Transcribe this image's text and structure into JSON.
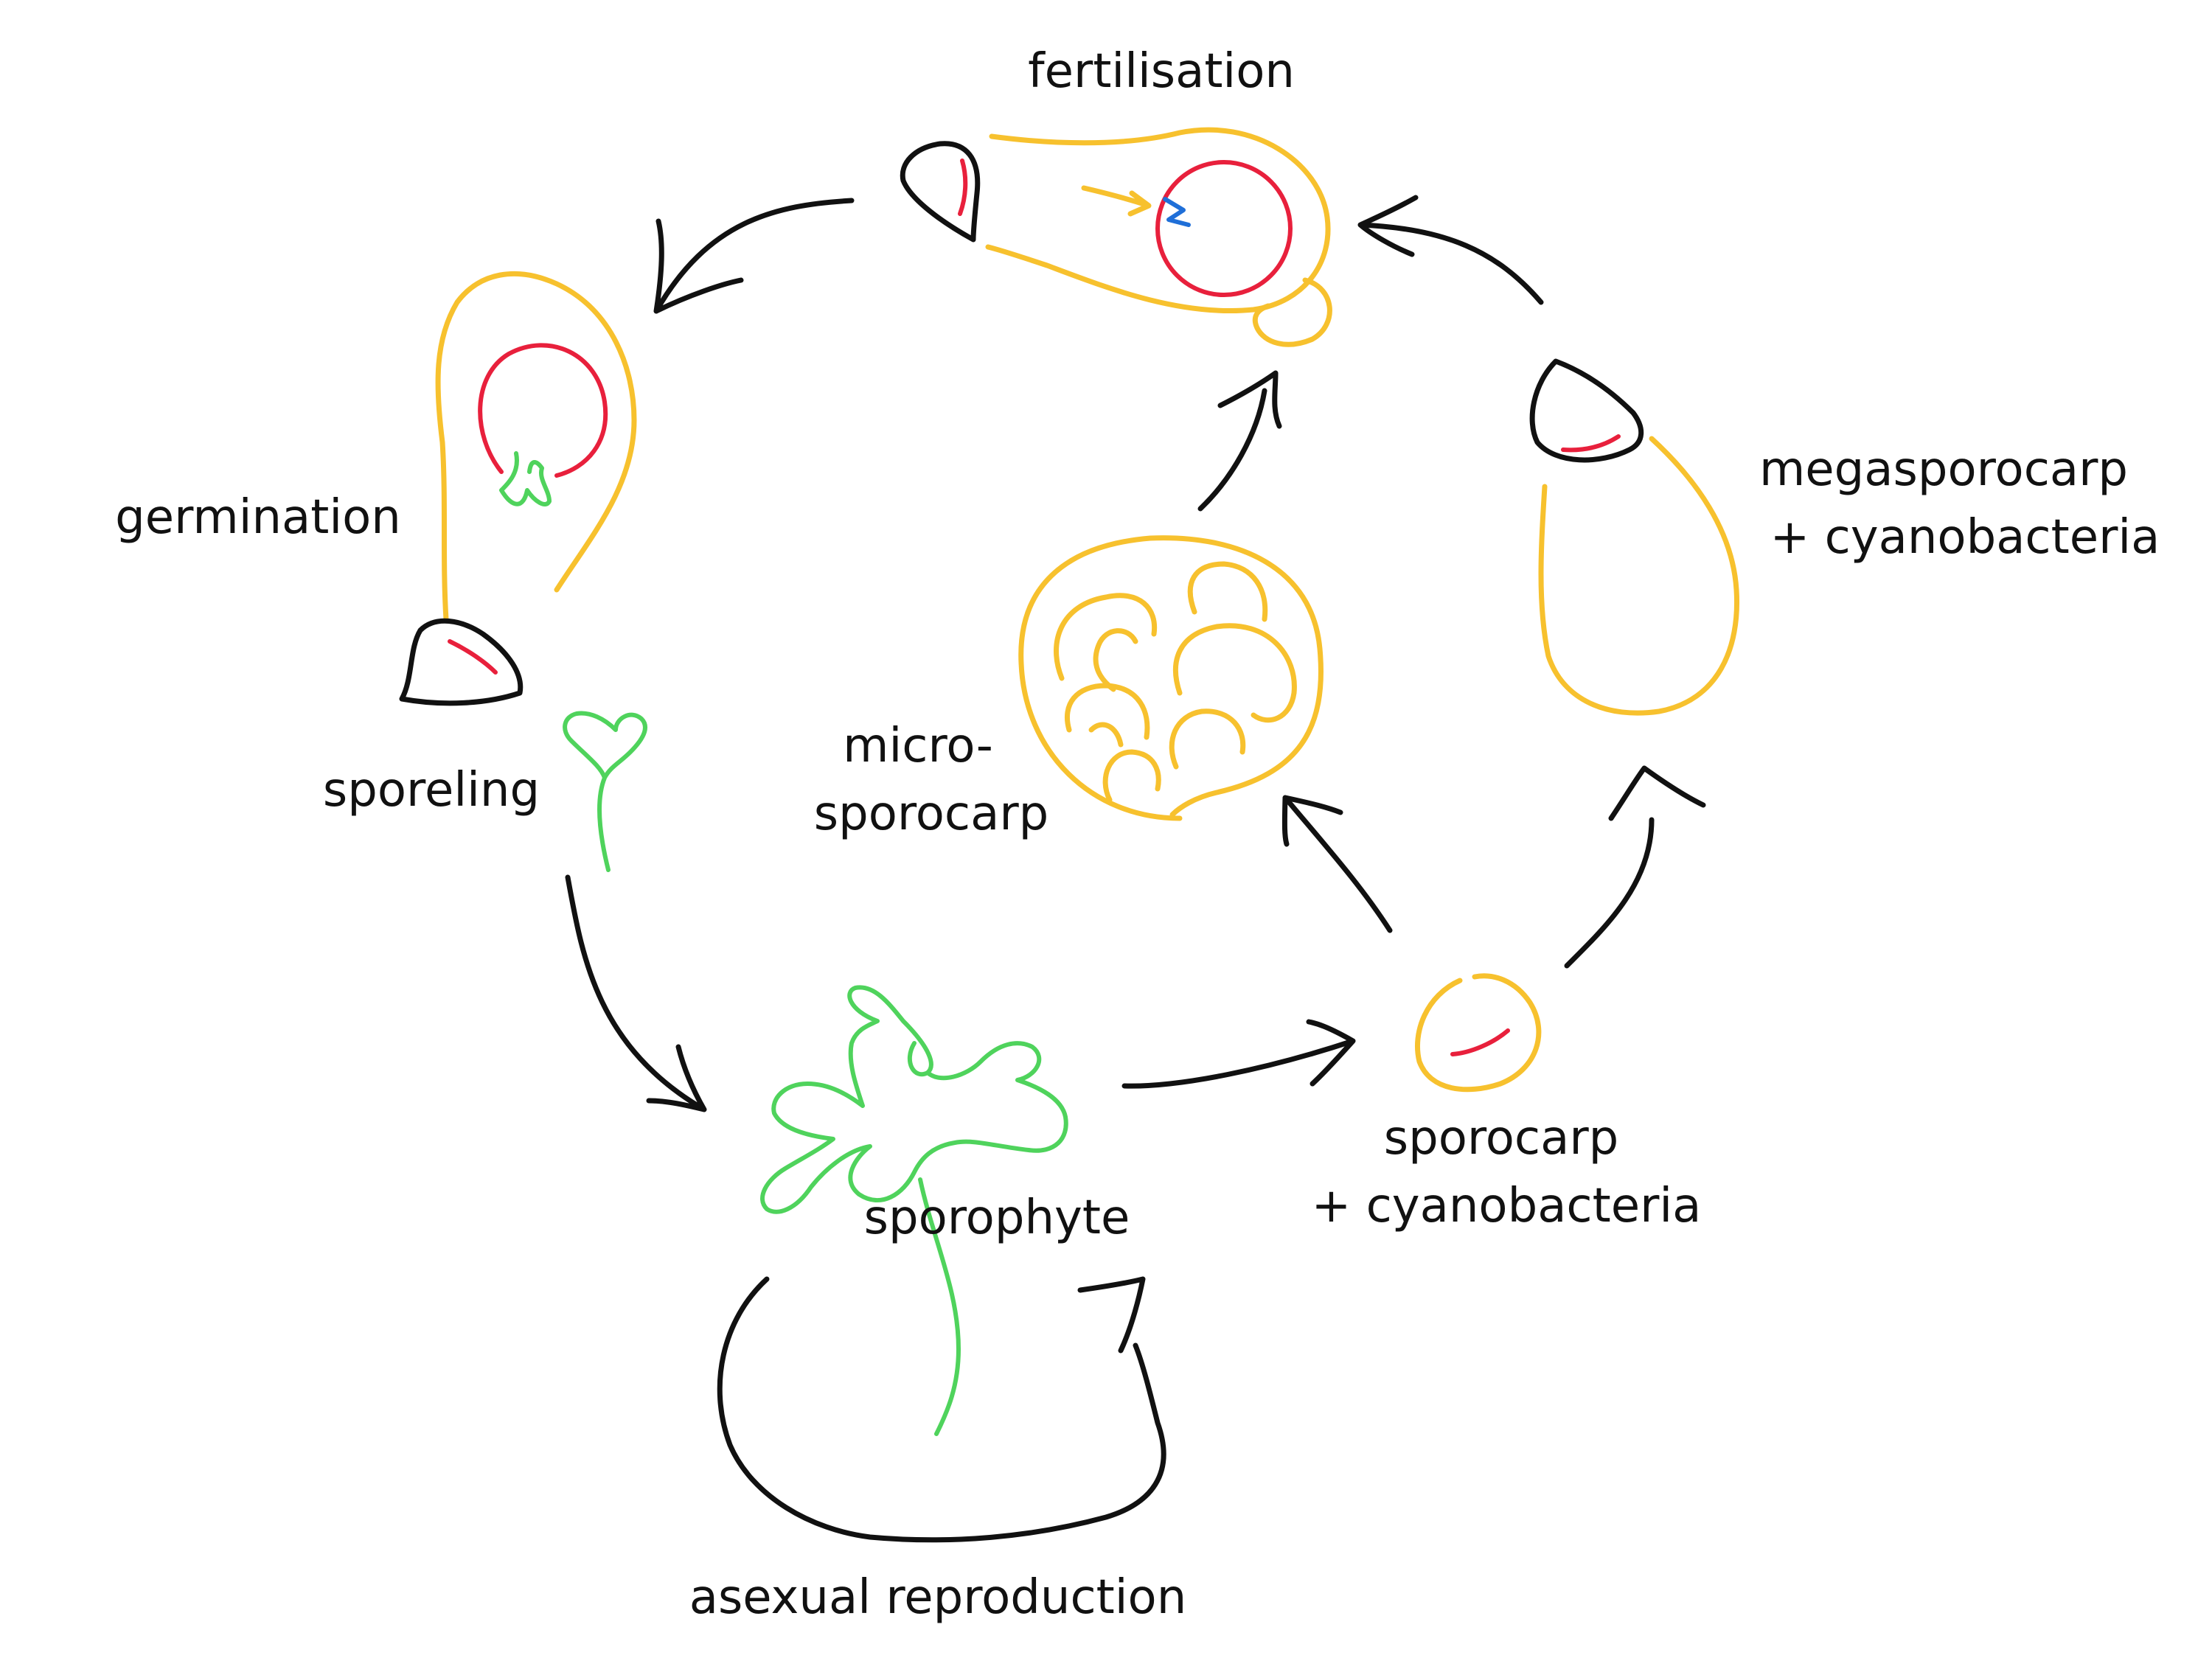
{
  "labels": {
    "fertilisation": "fertilisation",
    "germination": "germination",
    "sporeling": "sporeling",
    "micro_line1": "micro-",
    "micro_line2": "sporocarp",
    "mega_line1": "megasporocarp",
    "mega_line2": "+ cyanobacteria",
    "sporocarp_line1": "sporocarp",
    "sporocarp_line2": "+ cyanobacteria",
    "sporophyte": "sporophyte",
    "asexual": "asexual reproduction"
  },
  "colors": {
    "black": "#111111",
    "yellow": "#f7c12e",
    "red": "#e8203c",
    "green": "#4fd35c",
    "blue": "#1f6fd8"
  }
}
